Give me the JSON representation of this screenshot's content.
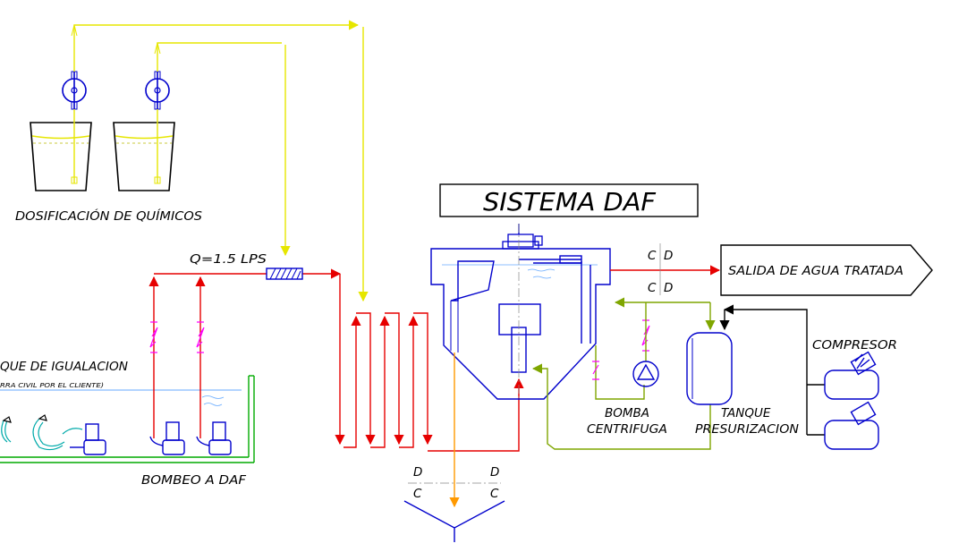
{
  "diagram": {
    "title": "SISTEMA DAF",
    "labels": {
      "chem_dosing": "DOSIFICACIÓN DE QUÍMICOS",
      "flow_rate": "Q=1.5 LPS",
      "equalization_tank": "QUE DE IGUALACION",
      "civil_note": "RRA CIVIL POR EL CLIENTE)",
      "pumping": "BOMBEO A DAF",
      "treated_outlet": "SALIDA DE AGUA TRATADA",
      "compressor": "COMPRESOR",
      "pump_line1": "BOMBA",
      "pump_line2": "CENTRIFUGA",
      "tank_line1": "TANQUE",
      "tank_line2": "PRESURIZACION",
      "cd_1_c": "C",
      "cd_1_d": "D",
      "cd_2_c": "C",
      "cd_2_d": "D",
      "dc_left_d": "D",
      "dc_left_c": "C",
      "dc_right_d": "D",
      "dc_right_c": "C"
    },
    "colors": {
      "chemical_line": "#e6e600",
      "water_line": "#e60000",
      "recycle_line": "#7fa600",
      "air_line": "#000000",
      "equipment": "#0000cc",
      "valve": "#ff00ff",
      "tank_border": "#00aa00",
      "sludge_line": "#ff9900"
    }
  }
}
